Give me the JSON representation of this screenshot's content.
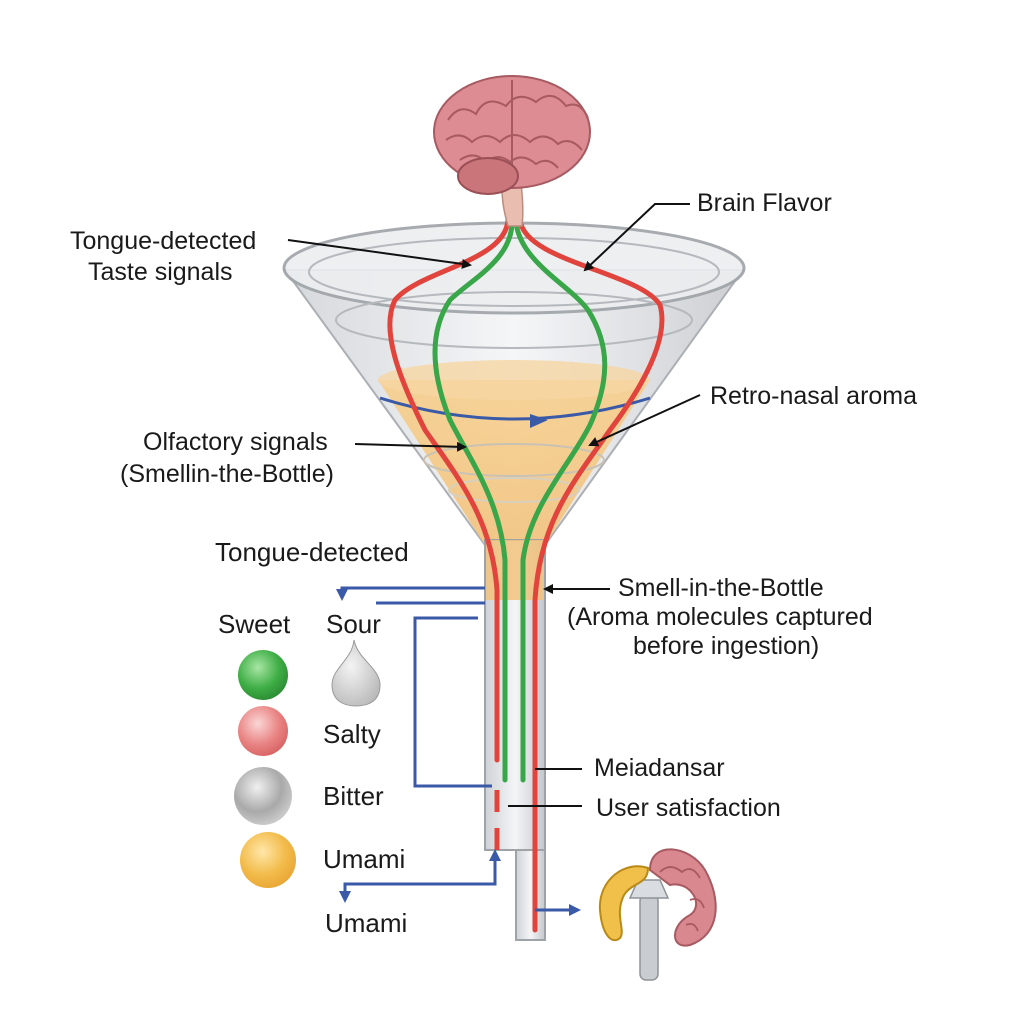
{
  "labels": {
    "brain_flavor": "Brain Flavor",
    "tongue_taste_line1": "Tongue-detected",
    "tongue_taste_line2": "Taste signals",
    "retro_nasal": "Retro-nasal aroma",
    "olfactory_line1": "Olfactory signals",
    "olfactory_line2": "(Smellin-the-Bottle)",
    "tongue_detected": "Tongue-detected",
    "smell_line1": "Smell-in-the-Bottle",
    "smell_line2": "(Aroma molecules captured",
    "smell_line3": "before ingestion)",
    "meiadansar": "Meiadansar",
    "user_satisfaction": "User satisfaction"
  },
  "tastes": {
    "sweet": "Sweet",
    "sour": "Sour",
    "salty": "Salty",
    "bitter": "Bitter",
    "umami": "Umami",
    "umami_bottom": "Umami"
  },
  "colors": {
    "taste_signal": "#e0443c",
    "olfactory_signal": "#3aa64a",
    "flow_arrow": "#3a5aa8",
    "liquid": "#f3c27a",
    "brain": "#d9848a"
  }
}
